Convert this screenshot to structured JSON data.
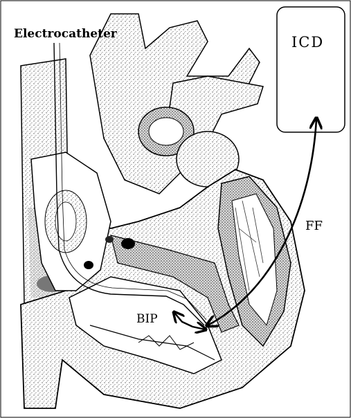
{
  "labels": {
    "electrocatheter": "Electrocatheter",
    "icd": "ICD",
    "ff": "FF",
    "bip": "BIP"
  },
  "icons": [
    "heart-illustration",
    "icd-device-box",
    "ff-arrow",
    "bip-arrow"
  ],
  "colors": {
    "ink": "#000000",
    "paper": "#ffffff",
    "stipple": "#7a7a7a"
  }
}
